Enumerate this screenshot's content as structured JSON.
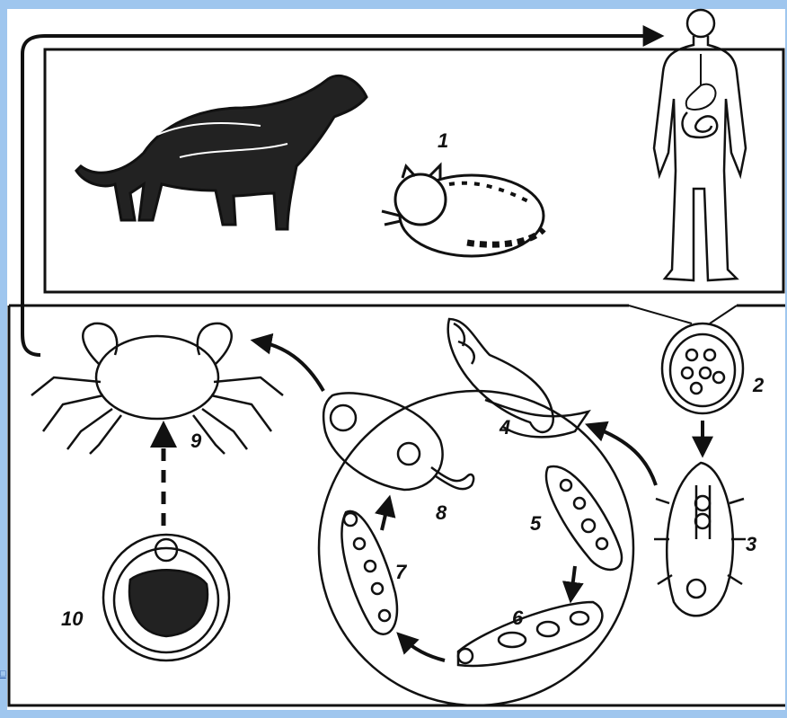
{
  "stage_labels": {
    "hosts": "1",
    "egg": "2",
    "miracidium": "3",
    "snail": "4",
    "sporocyst": "5",
    "redia_a": "6",
    "redia_b": "7",
    "cercaria": "8",
    "crab": "9",
    "metacercaria": "10"
  },
  "edge_glyph": "□",
  "colors": {
    "background": "#9fc6ee",
    "paper": "#ffffff",
    "ink": "#111111"
  }
}
